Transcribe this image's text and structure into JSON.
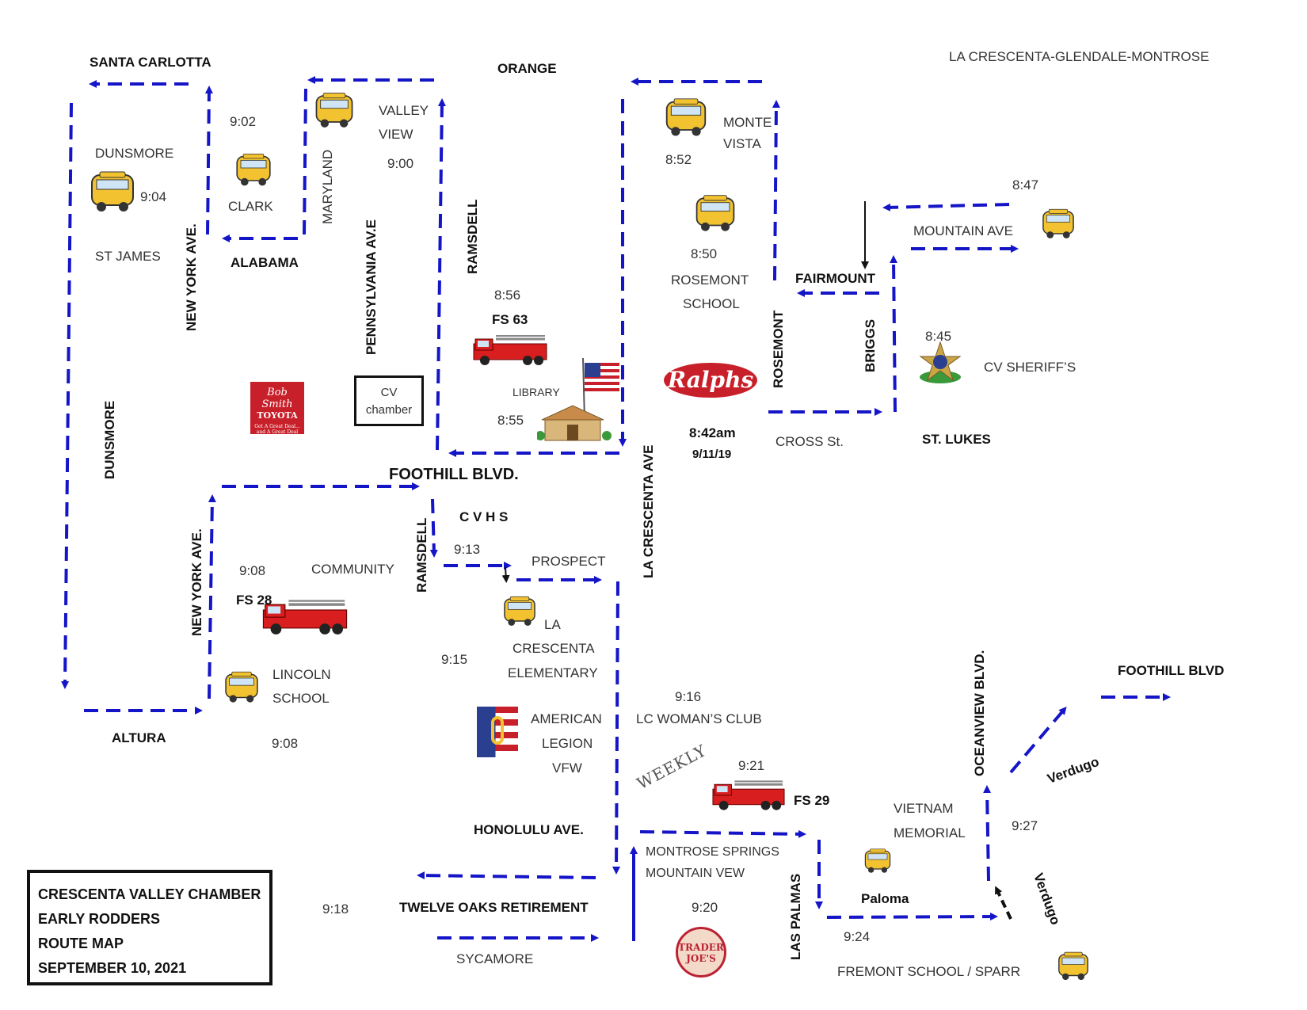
{
  "map": {
    "header": "LA CRESCENTA-GLENDALE-MONTROSE",
    "legend_box": [
      "CRESCENTA VALLEY CHAMBER",
      "EARLY RODDERS",
      "ROUTE MAP",
      "SEPTEMBER 10, 2021"
    ],
    "streets": {
      "santa_carlotta": "SANTA CARLOTTA",
      "orange": "ORANGE",
      "dunsmore_v": "DUNSMORE",
      "new_york_top": "NEW YORK AVE.",
      "new_york_bottom": "NEW YORK AVE.",
      "alabama": "ALABAMA",
      "maryland": "MARYLAND",
      "pennsylvania": "PENNSYLVANIA AV.E",
      "ramsdell_top": "RAMSDELL",
      "ramsdell_bottom": "RAMSDELL",
      "foothill": "FOOTHILL BLVD.",
      "la_crescenta_ave": "LA CRESCENTA AVE",
      "rosemont": "ROSEMONT",
      "fairmount": "FAIRMOUNT",
      "briggs": "BRIGGS",
      "mountain_ave": "MOUNTAIN AVE",
      "cross_st": "CROSS St.",
      "st_lukes": "ST. LUKES",
      "altura": "ALTURA",
      "prospect": "PROSPECT",
      "honolulu": "HONOLULU AVE.",
      "twelve_oaks": "TWELVE OAKS RETIREMENT",
      "sycamore": "SYCAMORE",
      "las_palmas": "LAS PALMAS",
      "oceanview": "OCEANVIEW BLVD.",
      "foothill_blvd_right": "FOOTHILL  BLVD",
      "verdugo_top": "Verdugo",
      "verdugo_bottom": "Verdugo",
      "paloma": "Paloma",
      "fremont_sparr": "FREMONT SCHOOL / SPARR"
    },
    "places": {
      "dunsmore": "DUNSMORE",
      "st_james": "ST JAMES",
      "clark": "CLARK",
      "valley_view": [
        "VALLEY",
        "VIEW"
      ],
      "monte_vista": [
        "MONTE",
        "VISTA"
      ],
      "rosemont_school": [
        "ROSEMONT",
        "SCHOOL"
      ],
      "fs63": "FS 63",
      "library": "LIBRARY",
      "cv_sheriffs": "CV SHERIFF’S",
      "cvhs": "C V H S",
      "community": "COMMUNITY",
      "fs28": "FS 28",
      "la_crescenta_elem": [
        "LA",
        "CRESCENTA",
        "ELEMENTARY"
      ],
      "lincoln_school": [
        "LINCOLN",
        "SCHOOL"
      ],
      "american_legion": [
        "AMERICAN",
        "LEGION",
        "VFW"
      ],
      "lc_womans_club": "LC WOMAN’S CLUB",
      "fs29": "FS 29",
      "montrose_springs": [
        "MONTROSE SPRINGS",
        "MOUNTAIN VEW"
      ],
      "vietnam_memorial": [
        "VIETNAM",
        "MEMORIAL"
      ],
      "cv_chamber": [
        "CV",
        "chamber"
      ],
      "toyota": [
        "Bob Smith",
        "TOYOTA",
        "Get A Great Deal... and A Great Deal More!"
      ],
      "ralphs": "Ralphs",
      "weekly": "WEEKLY",
      "trader_joes": [
        "TRADER",
        "JOE'S"
      ],
      "start_time": "8:42am",
      "start_date": "9/11/19"
    },
    "times": {
      "t902": "9:02",
      "t904": "9:04",
      "t900": "9:00",
      "t852": "8:52",
      "t850": "8:50",
      "t847": "8:47",
      "t845": "8:45",
      "t856": "8:56",
      "t855": "8:55",
      "t913": "9:13",
      "t908a": "9:08",
      "t908b": "9:08",
      "t915": "9:15",
      "t916": "9:16",
      "t921": "9:21",
      "t927": "9:27",
      "t918": "9:18",
      "t920": "9:20",
      "t924": "9:24"
    },
    "colors": {
      "route": "#1515c8",
      "bus": "#f2c230",
      "fire_truck": "#d81e1e",
      "frame": "#111111"
    }
  }
}
